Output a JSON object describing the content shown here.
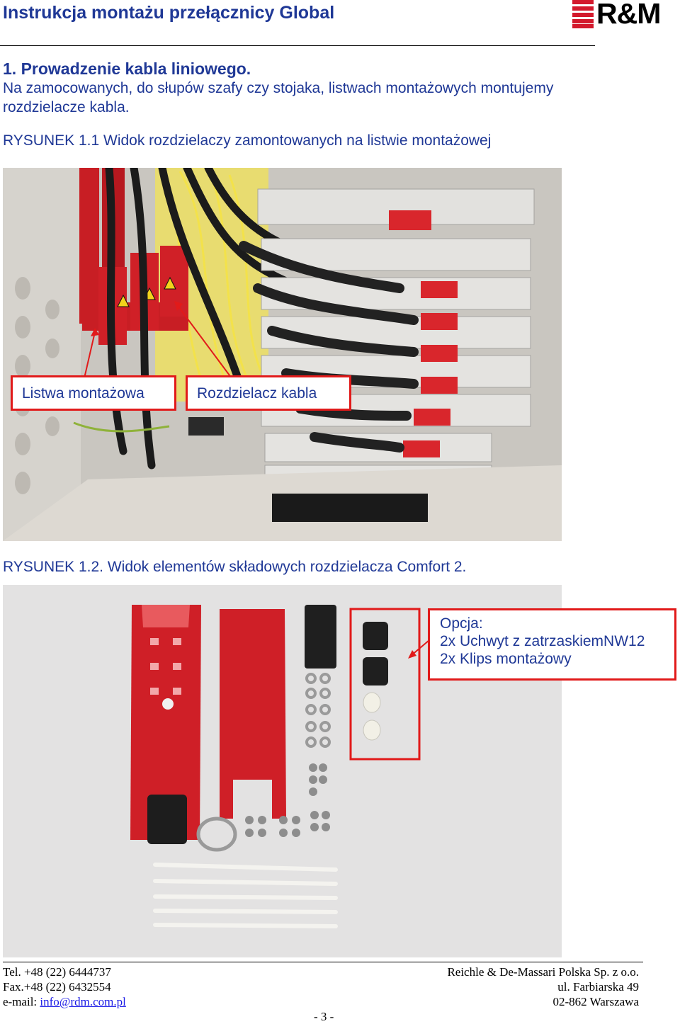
{
  "header": {
    "title": "Instrukcja montażu przełącznicy Global",
    "logo_text": "R&M"
  },
  "section": {
    "heading": "1. Prowadzenie kabla liniowego.",
    "intro": "Na zamocowanych, do słupów szafy czy stojaka, listwach montażowych montujemy rozdzielacze kabla."
  },
  "figure1": {
    "caption": "RYSUNEK 1.1 Widok rozdzielaczy zamontowanych na listwie montażowej",
    "callouts": [
      {
        "label": "Listwa montażowa"
      },
      {
        "label": "Rozdzielacz kabla"
      }
    ]
  },
  "figure2": {
    "caption": "RYSUNEK 1.2. Widok elementów składowych rozdzielacza Comfort 2.",
    "callout": {
      "title": "Opcja:",
      "line1": "2x Uchwyt z zatrzaskiemNW12",
      "line2": "2x Klips montażowy"
    }
  },
  "footer": {
    "tel": "Tel. +48 (22) 6444737",
    "fax": "Fax.+48 (22) 6432554",
    "email_label": "e-mail: ",
    "email": "info@rdm.com.pl",
    "company": "Reichle & De-Massari Polska Sp. z o.o.",
    "street": "ul. Farbiarska 49",
    "city": "02-862 Warszawa",
    "page": "- 3 -"
  },
  "colors": {
    "heading_blue": "#1f3896",
    "brand_red": "#d3192c",
    "callout_red": "#e11a1a",
    "link_blue": "#1a1ae6"
  }
}
